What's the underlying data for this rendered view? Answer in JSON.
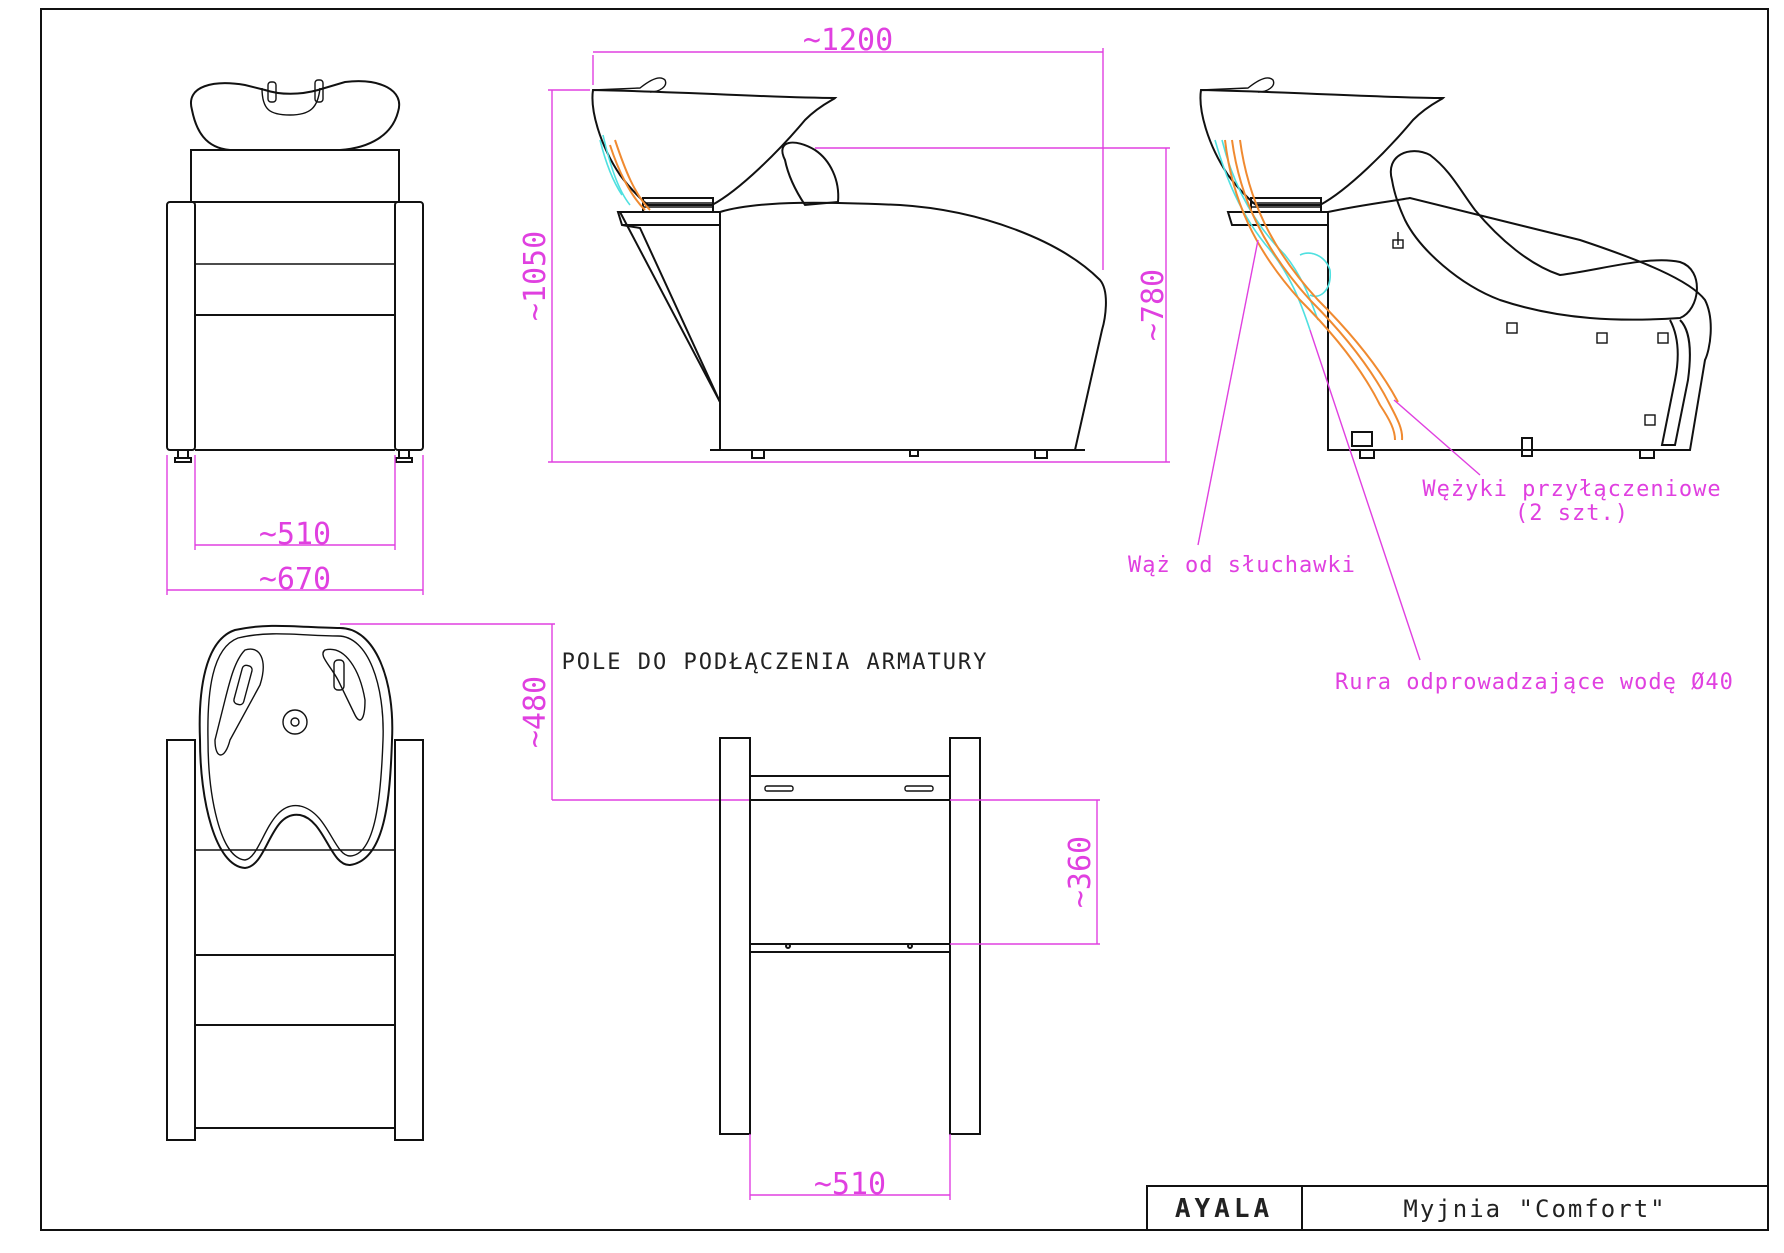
{
  "colors": {
    "line": "#111111",
    "dimension": "#e040e0",
    "hose_orange": "#f08a30",
    "hose_cyan": "#4fe0e0",
    "logo_red": "#cc2222"
  },
  "dimensions": {
    "front_inner_width": "~510",
    "front_outer_width": "~670",
    "side_total_length": "~1200",
    "side_total_height": "~1050",
    "side_seat_height": "~780",
    "top_depth": "~480",
    "frame_depth": "~360",
    "frame_inner_width": "~510"
  },
  "labels": {
    "connection_field": "POLE DO PODŁĄCZENIA ARMATURY",
    "connection_hoses_line1": "Wężyki przyłączeniowe",
    "connection_hoses_line2": "(2 szt.)",
    "shower_hose": "Wąż od słuchawki",
    "drain_pipe": "Rura odprowadzające wodę Ø40"
  },
  "title_block": {
    "logo": "AYALA",
    "product": "Myjnia \"Comfort\""
  }
}
